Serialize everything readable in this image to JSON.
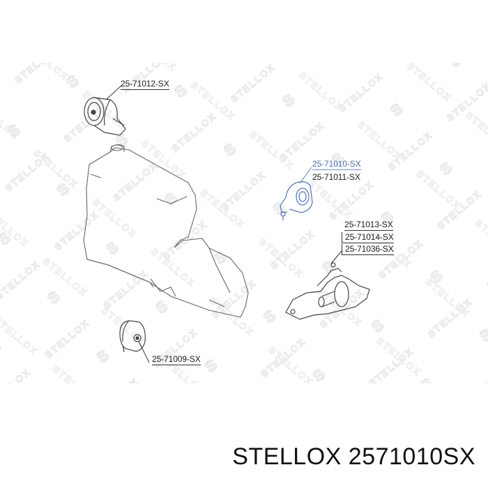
{
  "brand": "STELLOX",
  "caption": "STELLOX 2571010SX",
  "highlight_color": "#4a6fa8",
  "line_color": "#333333",
  "watermark_text": "STELLOX",
  "parts": [
    {
      "id": "p12",
      "label": "25-71012-SX",
      "component": "front-bushing-mount"
    },
    {
      "id": "p10",
      "label": "25-71010-SX",
      "component": "engine-mount-highlighted",
      "highlighted": true
    },
    {
      "id": "p11",
      "label": "25-71011-SX",
      "component": "engine-mount-highlighted"
    },
    {
      "id": "p13",
      "label": "25-71013-SX",
      "component": "transmission-mount"
    },
    {
      "id": "p14",
      "label": "25-71014-SX",
      "component": "transmission-mount"
    },
    {
      "id": "p36",
      "label": "25-71036-SX",
      "component": "transmission-mount"
    },
    {
      "id": "p09",
      "label": "25-71009-SX",
      "component": "rear-mount"
    }
  ]
}
